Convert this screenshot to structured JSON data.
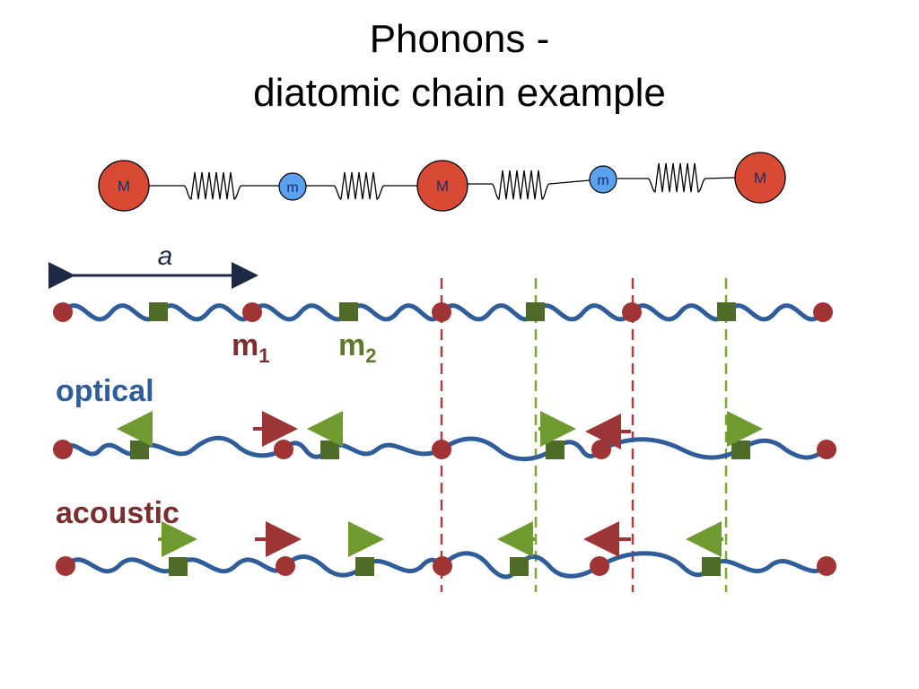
{
  "title": {
    "line1": "Phonons -",
    "line2": "diatomic chain example"
  },
  "chain_diagram": {
    "large_mass_label": "M",
    "small_mass_label": "m",
    "sequence": [
      "M",
      "m",
      "M",
      "m",
      "M"
    ]
  },
  "lattice": {
    "lattice_constant_label": "a",
    "mass1_label": "m",
    "mass1_subscript": "1",
    "mass2_label": "m",
    "mass2_subscript": "2",
    "optical_label": "optical",
    "acoustic_label": "acoustic"
  },
  "colors": {
    "large_mass_fill": "#d84a33",
    "small_mass_fill": "#5aa2ee",
    "atom_m1": "#a03333",
    "atom_m2": "#4e6b28",
    "chain_wave": "#2f5d9a",
    "arrow_green": "#6f9a30",
    "arrow_red": "#9c3535",
    "optical_text": "#2f5d9a",
    "acoustic_text": "#7a2e2e",
    "dash_red": "#a84040",
    "dash_green": "#7fa43a"
  },
  "modes": {
    "optical": {
      "m1_arrows": [
        "none",
        "right",
        "none",
        "left",
        "none"
      ],
      "m2_arrows": [
        "left",
        "left",
        "right",
        "right"
      ]
    },
    "acoustic": {
      "m1_arrows": [
        "none",
        "right",
        "none",
        "left",
        "none"
      ],
      "m2_arrows": [
        "right",
        "right",
        "left",
        "left"
      ]
    }
  }
}
